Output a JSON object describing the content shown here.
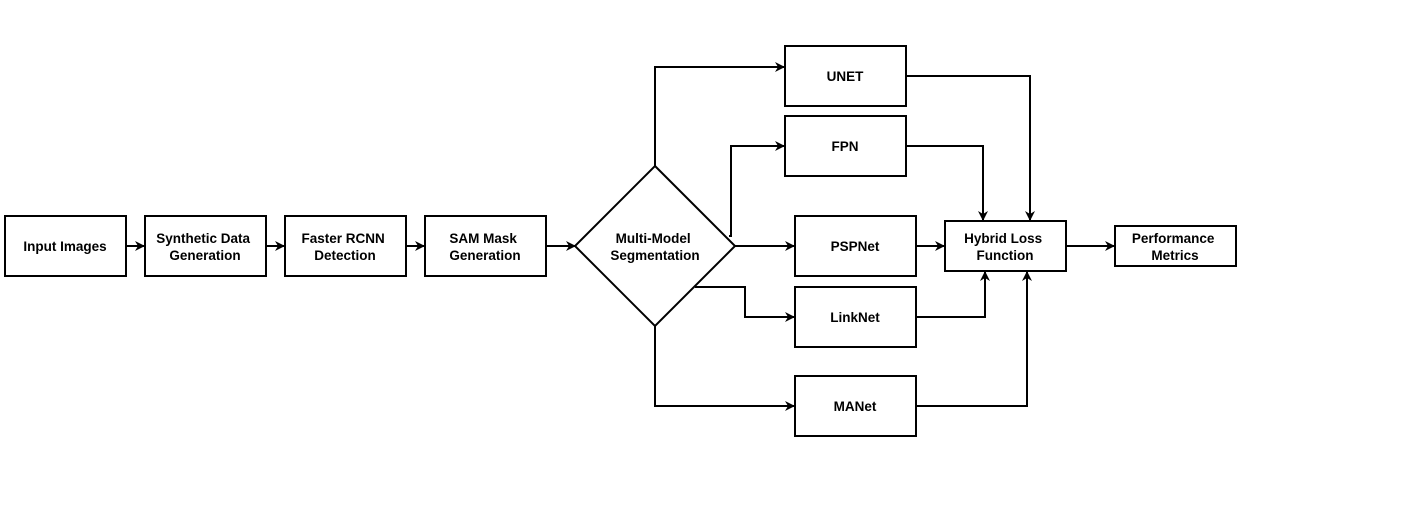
{
  "diagram": {
    "nodes": {
      "input_images": {
        "lines": [
          "Input Images"
        ]
      },
      "synthetic_data": {
        "lines": [
          "Synthetic Data",
          "Generation"
        ]
      },
      "faster_rcnn": {
        "lines": [
          "Faster RCNN",
          "Detection"
        ]
      },
      "sam_mask": {
        "lines": [
          "SAM Mask",
          "Generation"
        ]
      },
      "multi_model": {
        "lines": [
          "Multi-Model",
          "Segmentation"
        ]
      },
      "unet": {
        "lines": [
          "UNET"
        ]
      },
      "fpn": {
        "lines": [
          "FPN"
        ]
      },
      "pspnet": {
        "lines": [
          "PSPNet"
        ]
      },
      "linknet": {
        "lines": [
          "LinkNet"
        ]
      },
      "manet": {
        "lines": [
          "MANet"
        ]
      },
      "hybrid_loss": {
        "lines": [
          "Hybrid Loss",
          "Function"
        ]
      },
      "performance": {
        "lines": [
          "Performance",
          "Metrics"
        ]
      }
    },
    "edges": [
      [
        "input_images",
        "synthetic_data"
      ],
      [
        "synthetic_data",
        "faster_rcnn"
      ],
      [
        "faster_rcnn",
        "sam_mask"
      ],
      [
        "sam_mask",
        "multi_model"
      ],
      [
        "multi_model",
        "unet"
      ],
      [
        "multi_model",
        "fpn"
      ],
      [
        "multi_model",
        "pspnet"
      ],
      [
        "multi_model",
        "linknet"
      ],
      [
        "multi_model",
        "manet"
      ],
      [
        "unet",
        "hybrid_loss"
      ],
      [
        "fpn",
        "hybrid_loss"
      ],
      [
        "pspnet",
        "hybrid_loss"
      ],
      [
        "linknet",
        "hybrid_loss"
      ],
      [
        "manet",
        "hybrid_loss"
      ],
      [
        "hybrid_loss",
        "performance"
      ]
    ],
    "colors": {
      "stroke": "#000000",
      "fill": "#ffffff"
    }
  }
}
